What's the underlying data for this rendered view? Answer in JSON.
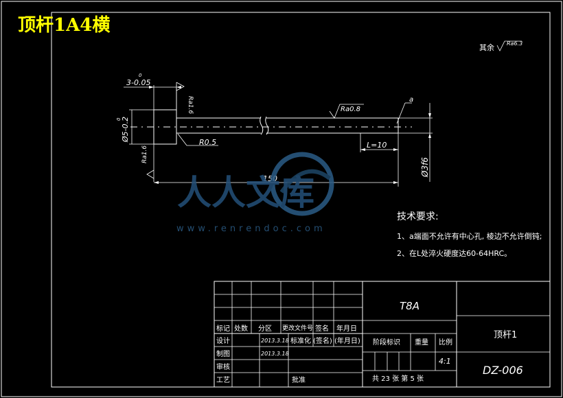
{
  "title": "顶杆1A4横",
  "surface_finish_note": {
    "prefix": "其余",
    "value": "Ra6.3"
  },
  "dimensions": {
    "thickness": "3-0.05",
    "thickness_upper": "0",
    "head_diameter": "Ø5-0.2",
    "head_diameter_upper": "0",
    "head_roughness_right": "Ra1.6",
    "head_roughness_left": "Ra1.6",
    "shaft_roughness": "Ra0.8",
    "radius": "R0.5",
    "length_segment": "L=10",
    "total_length": "150",
    "shaft_diameter": "Ø3f6",
    "end_mark": "a"
  },
  "tech_requirements": {
    "heading": "技术要求:",
    "items": [
      "1、a端面不允许有中心孔, 棱边不允许倒钝;",
      "2、在L处淬火硬度达60-64HRC。"
    ]
  },
  "watermark": {
    "brand": "人人文库",
    "url": "www.renrendoc.com"
  },
  "title_block": {
    "material": "T8A",
    "part_name": "顶杆1",
    "drawing_number": "DZ-006",
    "header_row": [
      "标记",
      "处数",
      "分区",
      "更改文件号",
      "签名",
      "年月日"
    ],
    "design_label": "设计",
    "design_date": "2013.3.18",
    "standardize_label": "标准化",
    "sign_label": "(签名)",
    "ymd_label": "(年月日)",
    "drawing_label": "制图",
    "drawing_date": "2013.3.18",
    "review_label": "审核",
    "process_label": "工艺",
    "approve_label": "批准",
    "stage_label": "阶段标识",
    "weight_label": "重量",
    "scale_label": "比例",
    "scale_value": "4:1",
    "sheets": "共 23 张   第 5 张"
  }
}
